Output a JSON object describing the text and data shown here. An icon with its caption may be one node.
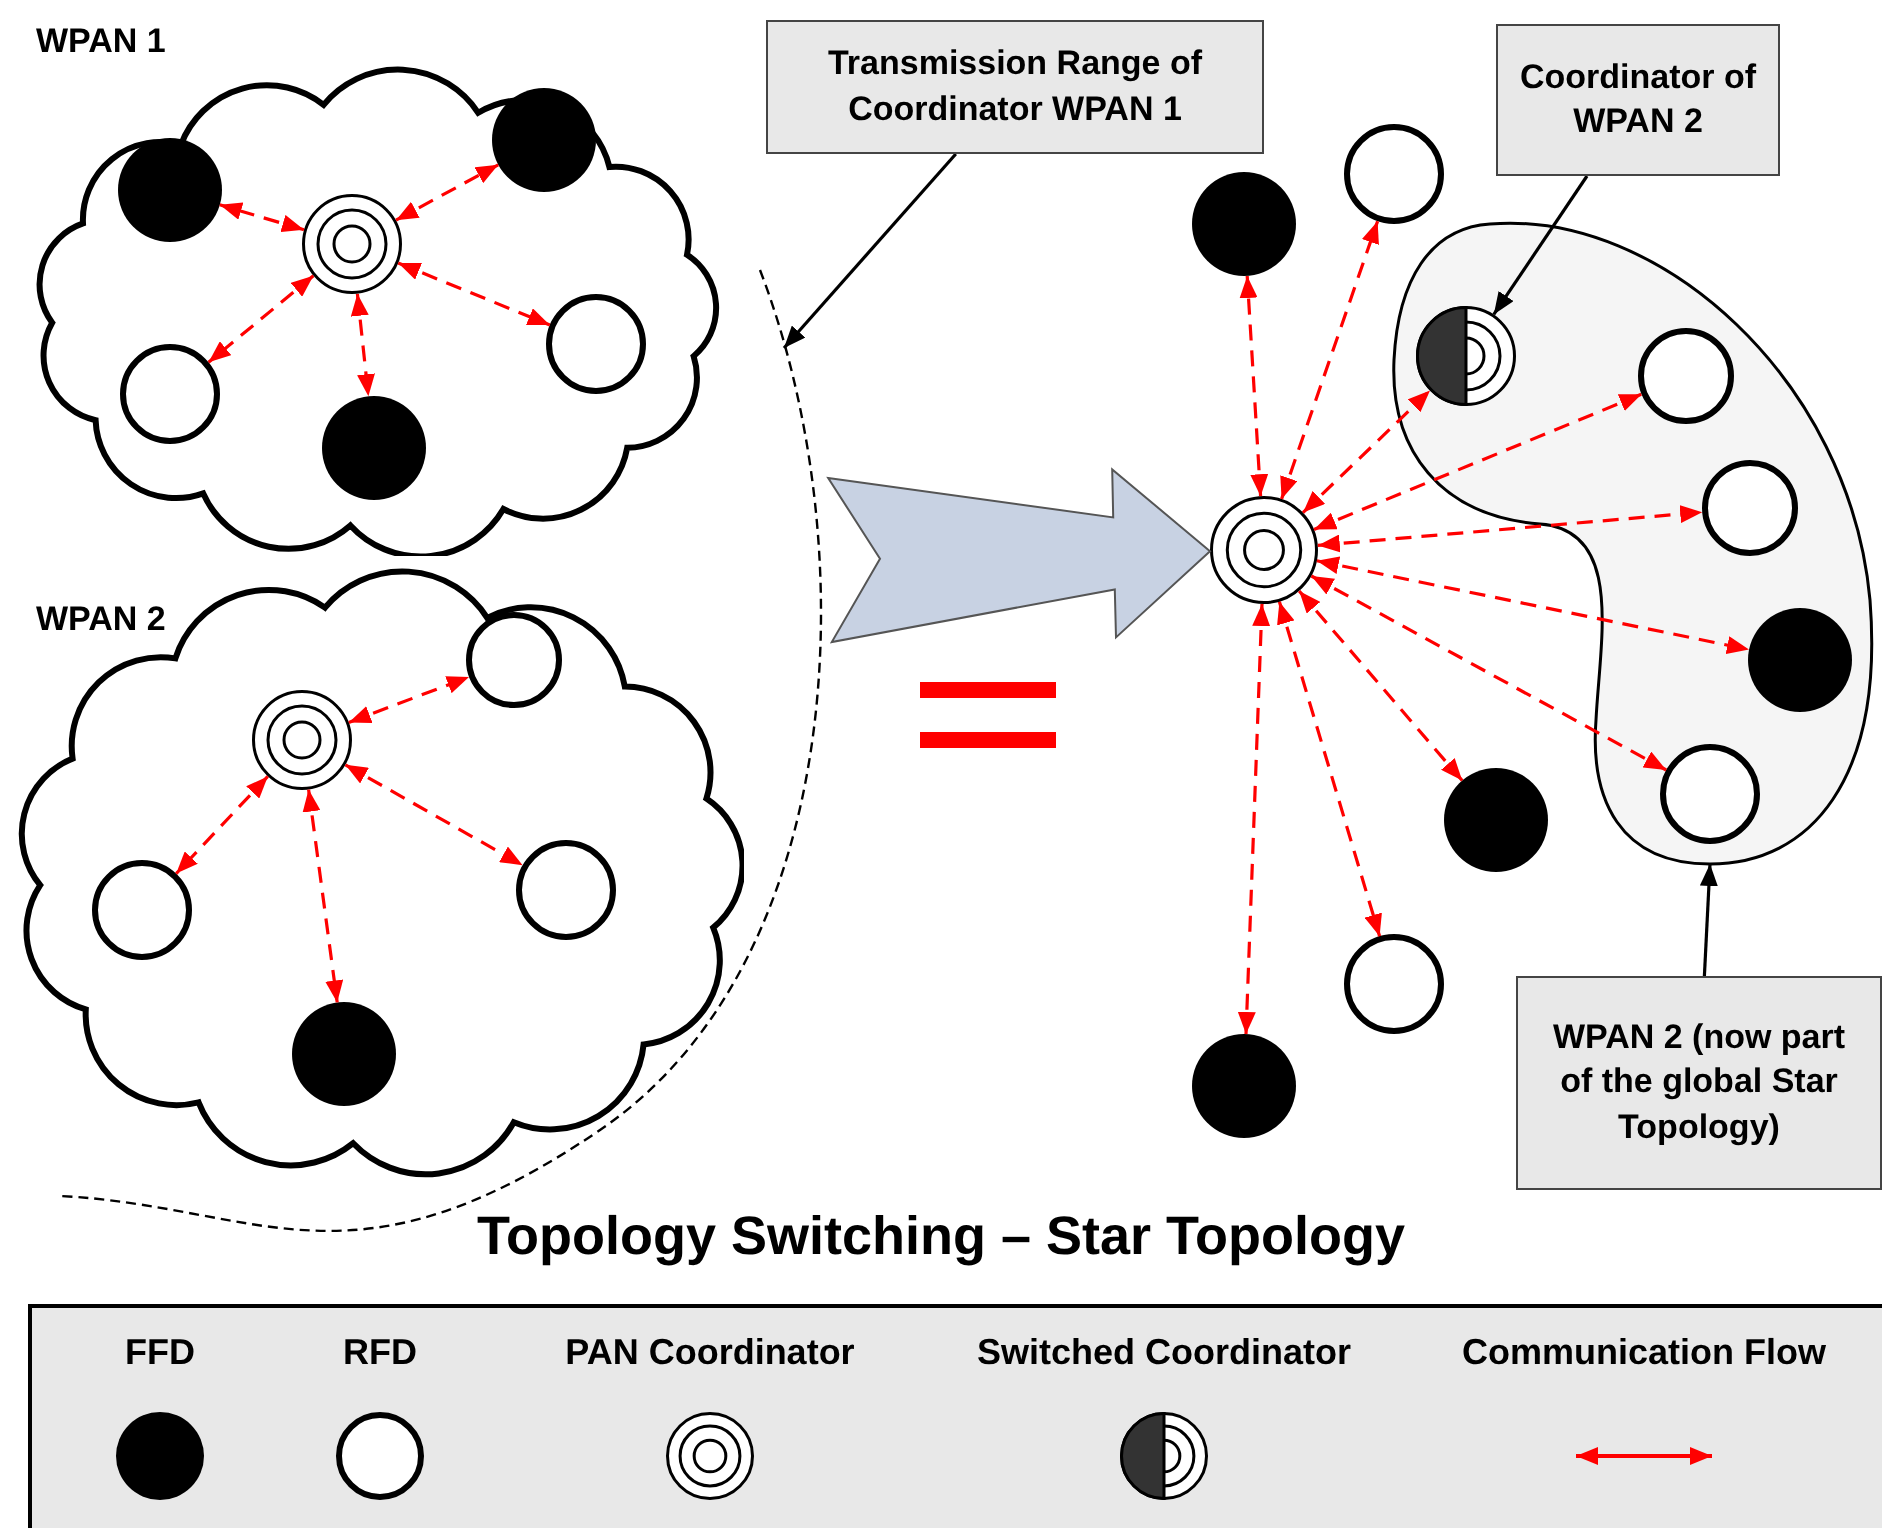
{
  "diagram": {
    "title": "Topology Switching – Star Topology",
    "nodes": [
      {
        "text": [
          "WPAN 1"
        ]
      },
      {
        "text": [],
        "shape": "circle",
        "in": 0
      },
      {
        "text": [],
        "shape": "circle",
        "in": 0
      },
      {
        "text": [],
        "shape": "circle",
        "in": 0
      },
      {
        "text": [],
        "shape": "circle",
        "in": 0
      },
      {
        "text": [],
        "shape": "circle",
        "in": 0
      },
      {
        "text": [],
        "shape": "circle",
        "in": 0
      },
      {
        "text": [
          "WPAN 2"
        ]
      },
      {
        "text": [],
        "shape": "circle",
        "in": 7
      },
      {
        "text": [],
        "shape": "circle",
        "in": 7
      },
      {
        "text": [],
        "shape": "circle",
        "in": 7
      },
      {
        "text": [],
        "shape": "circle",
        "in": 7
      },
      {
        "text": [],
        "shape": "circle",
        "in": 7
      },
      {
        "text": [
          "Transmission Range of Coordinator WPAN 1"
        ]
      },
      {
        "text": [],
        "shape": "circle"
      },
      {
        "text": [],
        "shape": "circle"
      },
      {
        "text": [],
        "shape": "circle"
      },
      {
        "text": [],
        "shape": "blob"
      },
      {
        "text": [],
        "shape": "circle",
        "in": 17
      },
      {
        "text": [],
        "shape": "circle",
        "in": 17
      },
      {
        "text": [],
        "shape": "circle",
        "in": 17
      },
      {
        "text": [],
        "shape": "circle",
        "in": 17
      },
      {
        "text": [],
        "shape": "circle",
        "in": 17
      },
      {
        "text": [],
        "shape": "circle"
      },
      {
        "text": [],
        "shape": "circle"
      },
      {
        "text": [],
        "shape": "circle"
      },
      {
        "text": [
          "Coordinator of WPAN 2"
        ]
      },
      {
        "text": [
          "WPAN 2 (now part of the global Star Topology)"
        ]
      }
    ],
    "edges": [
      {
        "from": 1,
        "to": 2,
        "arrow": "both",
        "style": "dashed",
        "color": "#ff0000"
      },
      {
        "from": 1,
        "to": 3,
        "arrow": "both",
        "style": "dashed",
        "color": "#ff0000"
      },
      {
        "from": 1,
        "to": 4,
        "arrow": "both",
        "style": "dashed",
        "color": "#ff0000"
      },
      {
        "from": 1,
        "to": 5,
        "arrow": "both",
        "style": "dashed",
        "color": "#ff0000"
      },
      {
        "from": 1,
        "to": 6,
        "arrow": "both",
        "style": "dashed",
        "color": "#ff0000"
      },
      {
        "from": 8,
        "to": 9,
        "arrow": "both",
        "style": "dashed",
        "color": "#ff0000"
      },
      {
        "from": 8,
        "to": 10,
        "arrow": "both",
        "style": "dashed",
        "color": "#ff0000"
      },
      {
        "from": 8,
        "to": 11,
        "arrow": "both",
        "style": "dashed",
        "color": "#ff0000"
      },
      {
        "from": 8,
        "to": 12,
        "arrow": "both",
        "style": "dashed",
        "color": "#ff0000"
      },
      {
        "from": 13,
        "to": null,
        "arrow": "to",
        "color": "#000000"
      },
      {
        "from": 7,
        "to": 14,
        "arrow": "to",
        "style": "thick",
        "color": "#c8d2e3"
      },
      {
        "from": 14,
        "to": 15,
        "arrow": "both",
        "style": "dashed",
        "color": "#ff0000"
      },
      {
        "from": 14,
        "to": 16,
        "arrow": "both",
        "style": "dashed",
        "color": "#ff0000"
      },
      {
        "from": 14,
        "to": 18,
        "arrow": "both",
        "style": "dashed",
        "color": "#ff0000"
      },
      {
        "from": 14,
        "to": 19,
        "arrow": "both",
        "style": "dashed",
        "color": "#ff0000"
      },
      {
        "from": 14,
        "to": 20,
        "arrow": "both",
        "style": "dashed",
        "color": "#ff0000"
      },
      {
        "from": 14,
        "to": 21,
        "arrow": "both",
        "style": "dashed",
        "color": "#ff0000"
      },
      {
        "from": 14,
        "to": 22,
        "arrow": "both",
        "style": "dashed",
        "color": "#ff0000"
      },
      {
        "from": 14,
        "to": 23,
        "arrow": "both",
        "style": "dashed",
        "color": "#ff0000"
      },
      {
        "from": 14,
        "to": 24,
        "arrow": "both",
        "style": "dashed",
        "color": "#ff0000"
      },
      {
        "from": 14,
        "to": 25,
        "arrow": "both",
        "style": "dashed",
        "color": "#ff0000"
      },
      {
        "from": 26,
        "to": 18,
        "arrow": "to",
        "color": "#000000"
      },
      {
        "from": 27,
        "to": 17,
        "arrow": "to",
        "color": "#000000"
      }
    ],
    "legend": [
      {
        "text": "FFD"
      },
      {
        "text": "RFD"
      },
      {
        "text": "PAN Coordinator"
      },
      {
        "text": "Switched Coordinator"
      },
      {
        "text": "Communication Flow"
      }
    ]
  }
}
